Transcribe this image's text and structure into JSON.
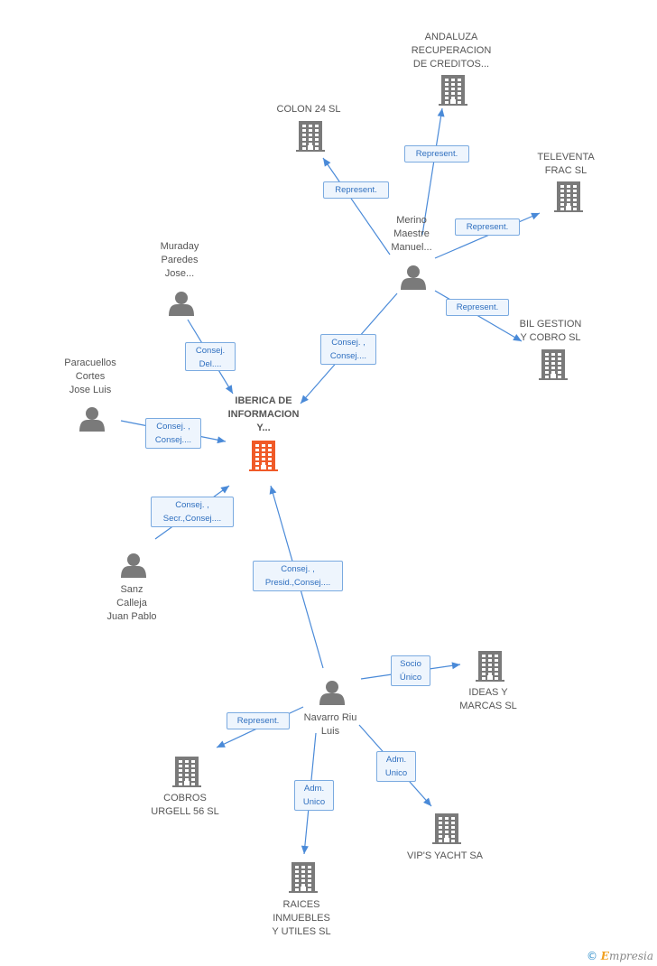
{
  "nodes": [
    {
      "id": "iberica",
      "type": "company",
      "main": true,
      "label": [
        "IBERICA DE",
        "INFORMACION",
        "Y..."
      ]
    },
    {
      "id": "andaluza",
      "type": "company",
      "label": [
        "ANDALUZA",
        "RECUPERACION",
        "DE CREDITOS..."
      ]
    },
    {
      "id": "colon",
      "type": "company",
      "label": [
        "COLON 24 SL"
      ]
    },
    {
      "id": "televenta",
      "type": "company",
      "label": [
        "TELEVENTA",
        "FRAC SL"
      ]
    },
    {
      "id": "bil",
      "type": "company",
      "label": [
        "BIL GESTION",
        "Y COBRO  SL"
      ]
    },
    {
      "id": "merino",
      "type": "person",
      "label": [
        "Merino",
        "Maestre",
        "Manuel..."
      ]
    },
    {
      "id": "muraday",
      "type": "person",
      "label": [
        "Muraday",
        "Paredes",
        "Jose..."
      ]
    },
    {
      "id": "paracuellos",
      "type": "person",
      "label": [
        "Paracuellos",
        "Cortes",
        "Jose Luis"
      ]
    },
    {
      "id": "sanz",
      "type": "person",
      "label": [
        "Sanz",
        "Calleja",
        "Juan Pablo"
      ]
    },
    {
      "id": "navarro",
      "type": "person",
      "label": [
        "Navarro Riu",
        "Luis"
      ]
    },
    {
      "id": "ideas",
      "type": "company",
      "label": [
        "IDEAS Y",
        "MARCAS  SL"
      ]
    },
    {
      "id": "cobros",
      "type": "company",
      "label": [
        "COBROS",
        "URGELL 56  SL"
      ]
    },
    {
      "id": "vips",
      "type": "company",
      "label": [
        "VIP'S YACHT SA"
      ]
    },
    {
      "id": "raices",
      "type": "company",
      "label": [
        "RAICES",
        "INMUEBLES",
        "Y UTILES  SL"
      ]
    }
  ],
  "edges": [
    {
      "id": "merino-andaluza",
      "label": [
        "Represent."
      ]
    },
    {
      "id": "merino-colon",
      "label": [
        "Represent."
      ]
    },
    {
      "id": "merino-televenta",
      "label": [
        "Represent."
      ]
    },
    {
      "id": "merino-bil",
      "label": [
        "Represent."
      ]
    },
    {
      "id": "merino-iberica",
      "label": [
        "Consej. ,",
        "Consej...."
      ]
    },
    {
      "id": "muraday-iberica",
      "label": [
        "Consej.",
        "Del...."
      ]
    },
    {
      "id": "paracuellos-iberica",
      "label": [
        "Consej. ,",
        "Consej...."
      ]
    },
    {
      "id": "sanz-iberica",
      "label": [
        "Consej. ,",
        "Secr.,Consej...."
      ]
    },
    {
      "id": "navarro-iberica",
      "label": [
        "Consej. ,",
        "Presid.,Consej...."
      ]
    },
    {
      "id": "navarro-ideas",
      "label": [
        "Socio",
        "Único"
      ]
    },
    {
      "id": "navarro-cobros",
      "label": [
        "Represent."
      ]
    },
    {
      "id": "navarro-vips",
      "label": [
        "Adm.",
        "Unico"
      ]
    },
    {
      "id": "navarro-raices",
      "label": [
        "Adm.",
        "Unico"
      ]
    }
  ],
  "colors": {
    "company": "#7a7a7a",
    "main_company": "#f05a28",
    "person": "#7a7a7a",
    "edge": "#4a8ad8"
  },
  "brand": {
    "copyright": "©",
    "initial": "E",
    "rest": "mpresia"
  }
}
